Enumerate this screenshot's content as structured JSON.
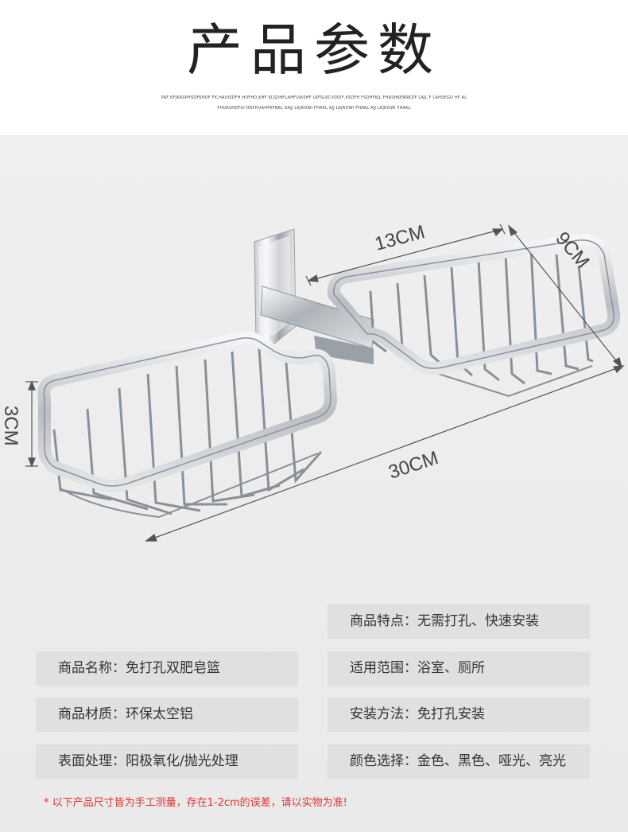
{
  "header": {
    "title": "产品参数",
    "subtitle_line1": "PAF,KFJKASPHSDFKHDF FK,HAUISDFH HUFHD,KHF KLSDHFLAHFUIASHF LKFSLKCVOIDF,KSDFH FSDHFKJL FHASHKERNKDF LAJL F LAHSEGO HF AL",
    "subtitle_line2": "FHUASHDFUI HDFHUAHFAFNKL DAJJ LKJROWI FHAKL AJJ LKJROWI FHAKL AJJ LKJROWI FHAKL"
  },
  "dimensions": {
    "length_small": "13CM",
    "width": "9CM",
    "height": "3CM",
    "length_total": "30CM"
  },
  "specs": {
    "features": "商品特点：无需打孔、快速安装",
    "name": "商品名称：免打孔双肥皂篮",
    "scope": "适用范围：浴室、厕所",
    "material": "商品材质：环保太空铝",
    "install": "安装方法：免打孔安装",
    "surface": "表面处理：阳极氧化/抛光处理",
    "colors": "颜色选择：金色、黑色、哑光、亮光"
  },
  "note": "* 以下产品尺寸皆为手工测量，存在1-2cm的误差，请以实物为准!",
  "colors": {
    "background": "#ebebeb",
    "spec_box": "#e0e0e0",
    "note": "#e0332f",
    "aluminum": "#c8ccd0"
  }
}
